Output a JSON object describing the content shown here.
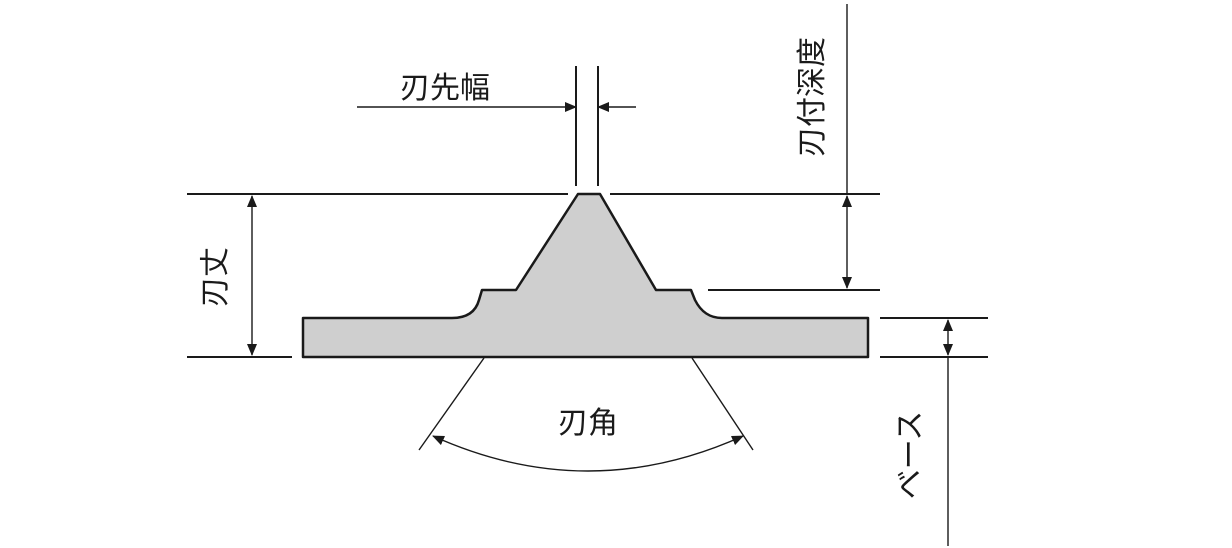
{
  "labels": {
    "tip_width": "刃先幅",
    "cutting_depth": "刃付深度",
    "blade_height": "刃丈",
    "blade_angle": "刃角",
    "base": "ベース"
  },
  "colors": {
    "blade_fill": "#cfcfcf",
    "line": "#1a1a1a",
    "background": "#ffffff"
  }
}
